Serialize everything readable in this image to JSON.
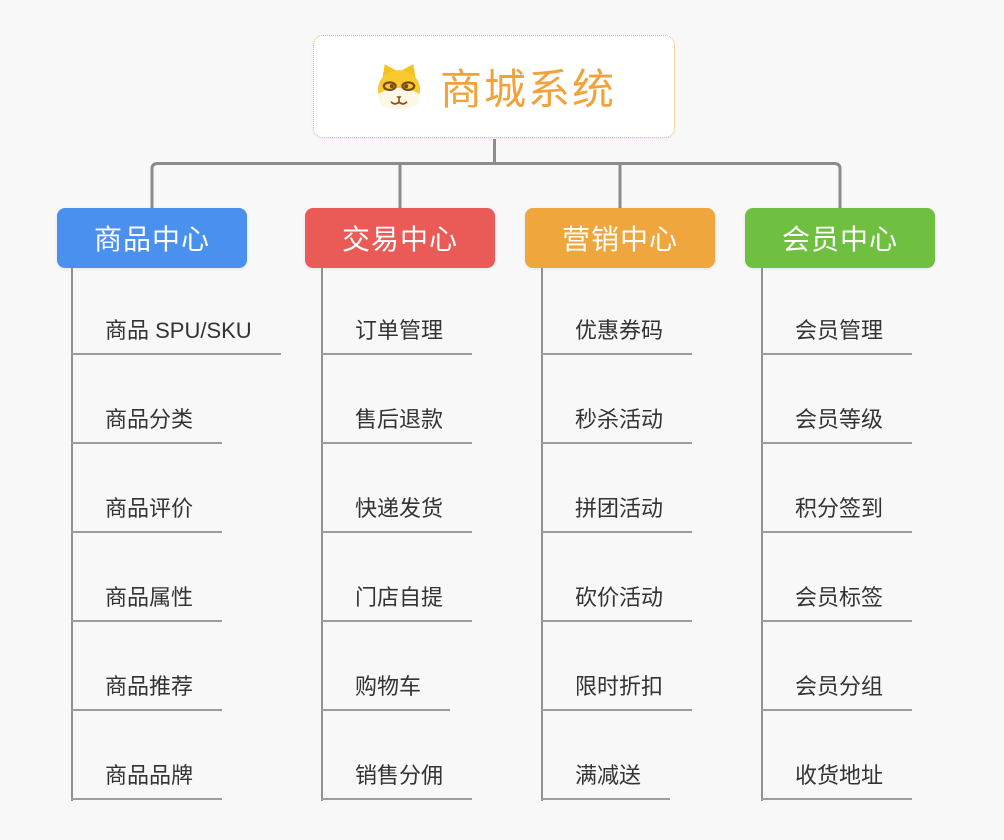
{
  "root": {
    "title": "商城系统",
    "icon": "doge-icon",
    "title_color": "#f2a23b",
    "border_color": "#f0b564"
  },
  "branches": [
    {
      "label": "商品中心",
      "color": "#4a90ee",
      "items": [
        "商品 SPU/SKU",
        "商品分类",
        "商品评价",
        "商品属性",
        "商品推荐",
        "商品品牌"
      ]
    },
    {
      "label": "交易中心",
      "color": "#ea5b58",
      "items": [
        "订单管理",
        "售后退款",
        "快递发货",
        "门店自提",
        "购物车",
        "销售分佣"
      ]
    },
    {
      "label": "营销中心",
      "color": "#efa63d",
      "items": [
        "优惠券码",
        "秒杀活动",
        "拼团活动",
        "砍价活动",
        "限时折扣",
        "满减送"
      ]
    },
    {
      "label": "会员中心",
      "color": "#6fbf40",
      "items": [
        "会员管理",
        "会员等级",
        "积分签到",
        "会员标签",
        "会员分组",
        "收货地址"
      ]
    }
  ],
  "style": {
    "background": "#f8f8f8",
    "connector_color": "#8c8c8c",
    "trunk_color": "#919191",
    "leaf_underline_color": "#9c9c9c",
    "leaf_text_color": "#333333"
  }
}
